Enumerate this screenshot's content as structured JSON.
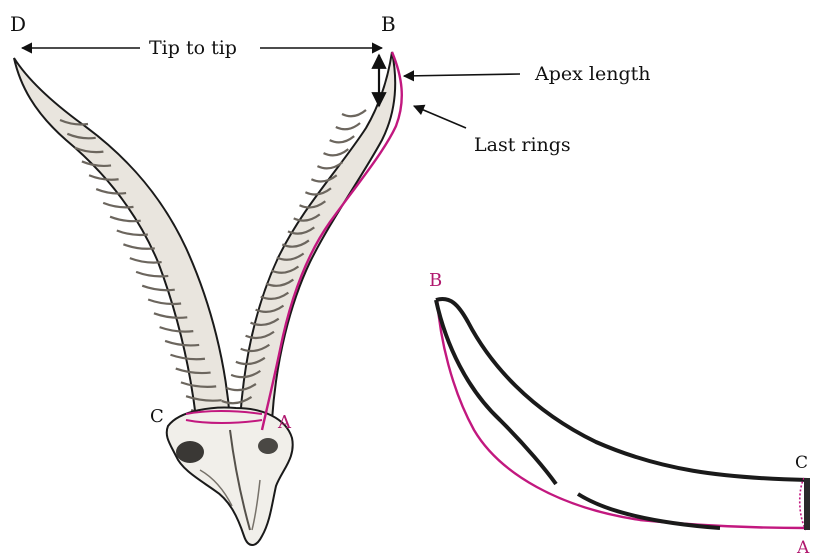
{
  "labels": {
    "point_d": "D",
    "point_b": "B",
    "point_c": "C",
    "point_a": "A",
    "tip_to_tip": "Tip to tip",
    "apex_length": "Apex length",
    "last_rings": "Last rings",
    "detail_point_b": "B",
    "detail_point_c": "C",
    "detail_point_a": "A"
  },
  "colors": {
    "measure_line": "#c2187f",
    "horn_outline": "#1a1a1a",
    "horn_fill": "#e9e5de",
    "ring_shadow": "#8d877e",
    "label_black": "#111111",
    "label_pink": "#b0186e"
  },
  "icons": {
    "horn_illustration": "antelope-skull-with-horns",
    "horn_profile": "horn-side-profile"
  }
}
